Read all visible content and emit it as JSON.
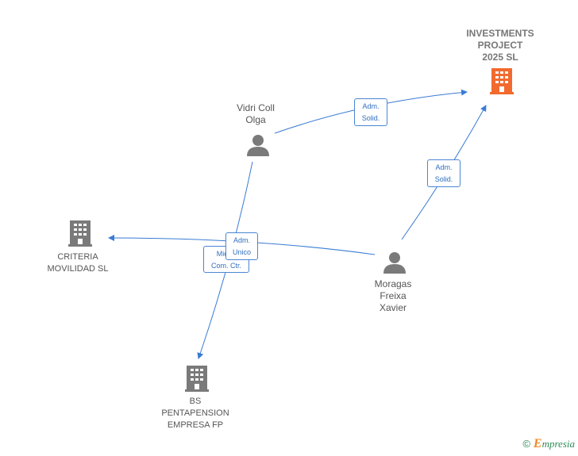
{
  "nodes": {
    "investments": {
      "lines": [
        "INVESTMENTS",
        "PROJECT",
        "2025  SL"
      ],
      "type": "company",
      "color": "#f26a2e"
    },
    "vidri": {
      "lines": [
        "Vidri Coll",
        "Olga"
      ],
      "type": "person",
      "color": "#7a7a7a"
    },
    "criteria": {
      "lines": [
        "CRITERIA",
        "MOVILIDAD  SL"
      ],
      "type": "company",
      "color": "#7a7a7a"
    },
    "moragas": {
      "lines": [
        "Moragas",
        "Freixa",
        "Xavier"
      ],
      "type": "person",
      "color": "#7a7a7a"
    },
    "bs": {
      "lines": [
        "BS",
        "PENTAPENSION",
        "EMPRESA FP"
      ],
      "type": "company",
      "color": "#7a7a7a"
    }
  },
  "edges": [
    {
      "id": "vidri-investments",
      "lines": [
        "Adm.",
        "Solid."
      ]
    },
    {
      "id": "moragas-investments",
      "lines": [
        "Adm.",
        "Solid."
      ]
    },
    {
      "id": "vidri-bs",
      "lines": [
        "Miem.",
        "Com. Ctr."
      ]
    },
    {
      "id": "moragas-criteria",
      "lines": [
        "Adm.",
        "Unico"
      ]
    }
  ],
  "edge_color": "#3a7bd5",
  "footer": {
    "copyright": "©",
    "brand_initial": "E",
    "brand_rest": "mpresia"
  }
}
